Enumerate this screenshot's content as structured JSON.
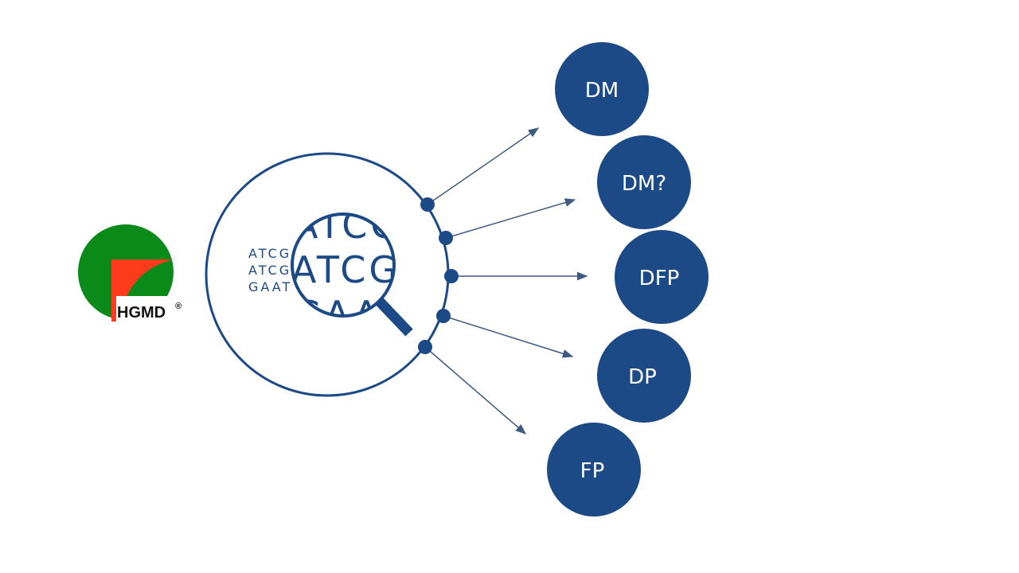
{
  "logo": {
    "text": "HGMD",
    "mark": "®",
    "colors": {
      "green": "#0a8a18",
      "red": "#ff3b1e"
    }
  },
  "sequence": {
    "lines": [
      "ATCG",
      "ATCG",
      "GAAT"
    ],
    "magnified_top": "ATCG",
    "magnified_main": "ATCG",
    "magnified_bottom": "GAAT"
  },
  "categories": [
    {
      "id": "dm",
      "label": "DM"
    },
    {
      "id": "dm-uncertain",
      "label": "DM?"
    },
    {
      "id": "dfp",
      "label": "DFP"
    },
    {
      "id": "dp",
      "label": "DP"
    },
    {
      "id": "fp",
      "label": "FP"
    }
  ],
  "colors": {
    "navy": "#1c4a86",
    "arrow": "#3d5a80",
    "text_light": "#ffffff"
  }
}
